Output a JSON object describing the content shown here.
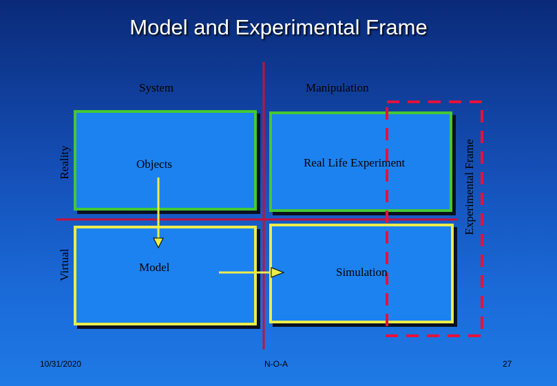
{
  "slide": {
    "title": "Model and Experimental Frame",
    "column_labels": {
      "system": "System",
      "manipulation": "Manipulation"
    },
    "row_labels": {
      "reality": "Reality",
      "virtual": "Virtual"
    },
    "frame_label": "Experimental Frame",
    "cells": {
      "objects": "Objects",
      "real_life_experiment": "Real Life Experiment",
      "model": "Model",
      "simulation": "Simulation"
    },
    "footer": {
      "date": "10/31/2020",
      "center": "N-O-A",
      "page": "27"
    },
    "colors": {
      "background": "#1550b8",
      "box_fill": "#1c82f0",
      "reality_border": "#44c834",
      "virtual_border": "#ecec4c",
      "axis_line": "#c8103a",
      "frame_dash": "#e8103a",
      "arrow": "#ecec4c"
    }
  }
}
